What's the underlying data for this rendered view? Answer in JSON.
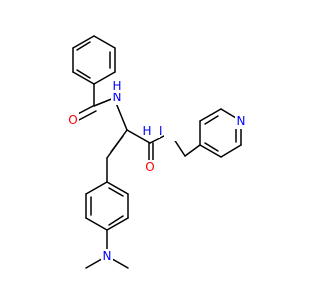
{
  "molecule": {
    "atoms": {
      "o_benzoyl": {
        "text": "O",
        "color": "#ff0000"
      },
      "n_amide_1": {
        "text": "N",
        "color": "#0000ff"
      },
      "h_amide_1": {
        "text": "H",
        "color": "#0000ff"
      },
      "n_amide_2": {
        "text": "N",
        "color": "#0000ff"
      },
      "h_amide_2": {
        "text": "H",
        "color": "#0000ff"
      },
      "o_amide_2": {
        "text": "O",
        "color": "#ff0000"
      },
      "n_pyridine": {
        "text": "N",
        "color": "#0000ff"
      },
      "n_dimethylamino": {
        "text": "N",
        "color": "#0000ff"
      }
    }
  }
}
